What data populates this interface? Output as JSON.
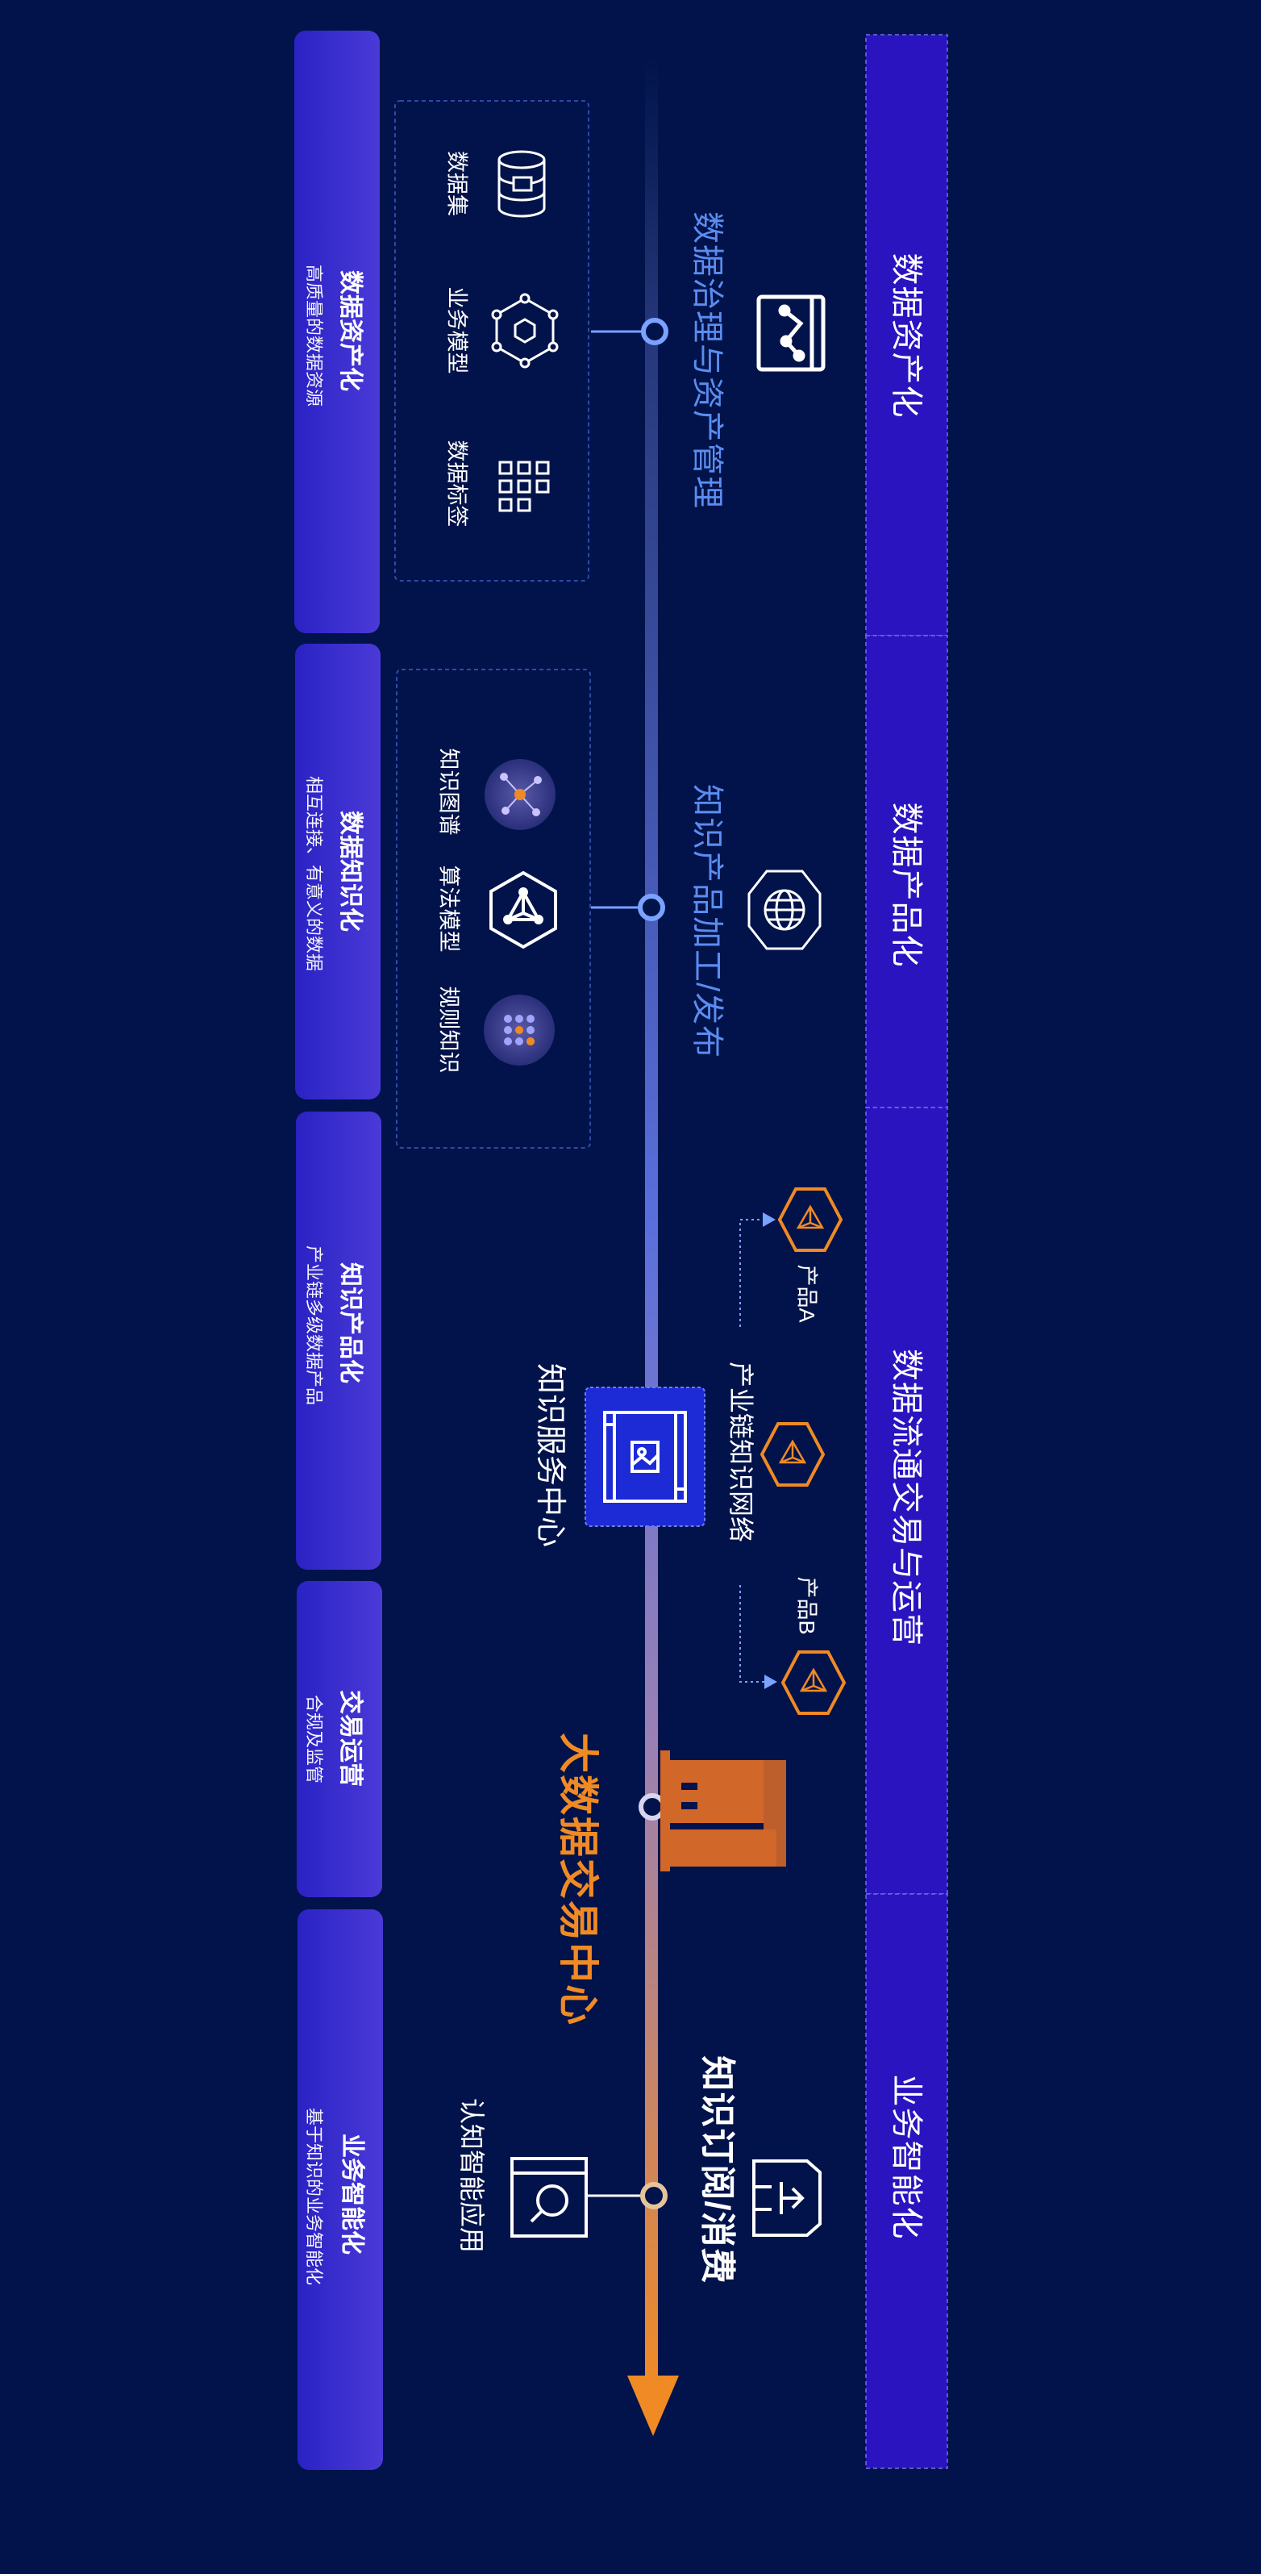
{
  "stages": [
    "数据资产化",
    "数据产品化",
    "数据流通交易与运营",
    "业务智能化"
  ],
  "bands": [
    {
      "title": "数据资产化",
      "subtitle": "高质量的数据资源"
    },
    {
      "title": "数据知识化",
      "subtitle": "相互连接、有意义的数据"
    },
    {
      "title": "知识产品化",
      "subtitle": "产业链多级数据产品"
    },
    {
      "title": "交易运营",
      "subtitle": "合规及监管"
    },
    {
      "title": "业务智能化",
      "subtitle": "基于知识的业务智能化"
    }
  ],
  "governance": {
    "title": "数据治理与资产管理",
    "items": [
      "数据集",
      "业务模型",
      "数据标签"
    ]
  },
  "knowledge_processing": {
    "title": "知识产品加工/发布",
    "items": [
      "知识图谱",
      "算法模型",
      "规则知识"
    ]
  },
  "products": {
    "product_a": "产品A",
    "product_b": "产品B",
    "chain": "产业链知识网络"
  },
  "service_center": "知识服务中心",
  "exchange": "大数据交易中心",
  "subscription": "知识订阅/消费",
  "application": "认知智能应用",
  "colors": {
    "background": "#01134a",
    "stage_panel": "#2a14c0",
    "band": "#3b2fd6",
    "accent_blue": "#5b8cf0",
    "accent_orange": "#f08a24"
  }
}
